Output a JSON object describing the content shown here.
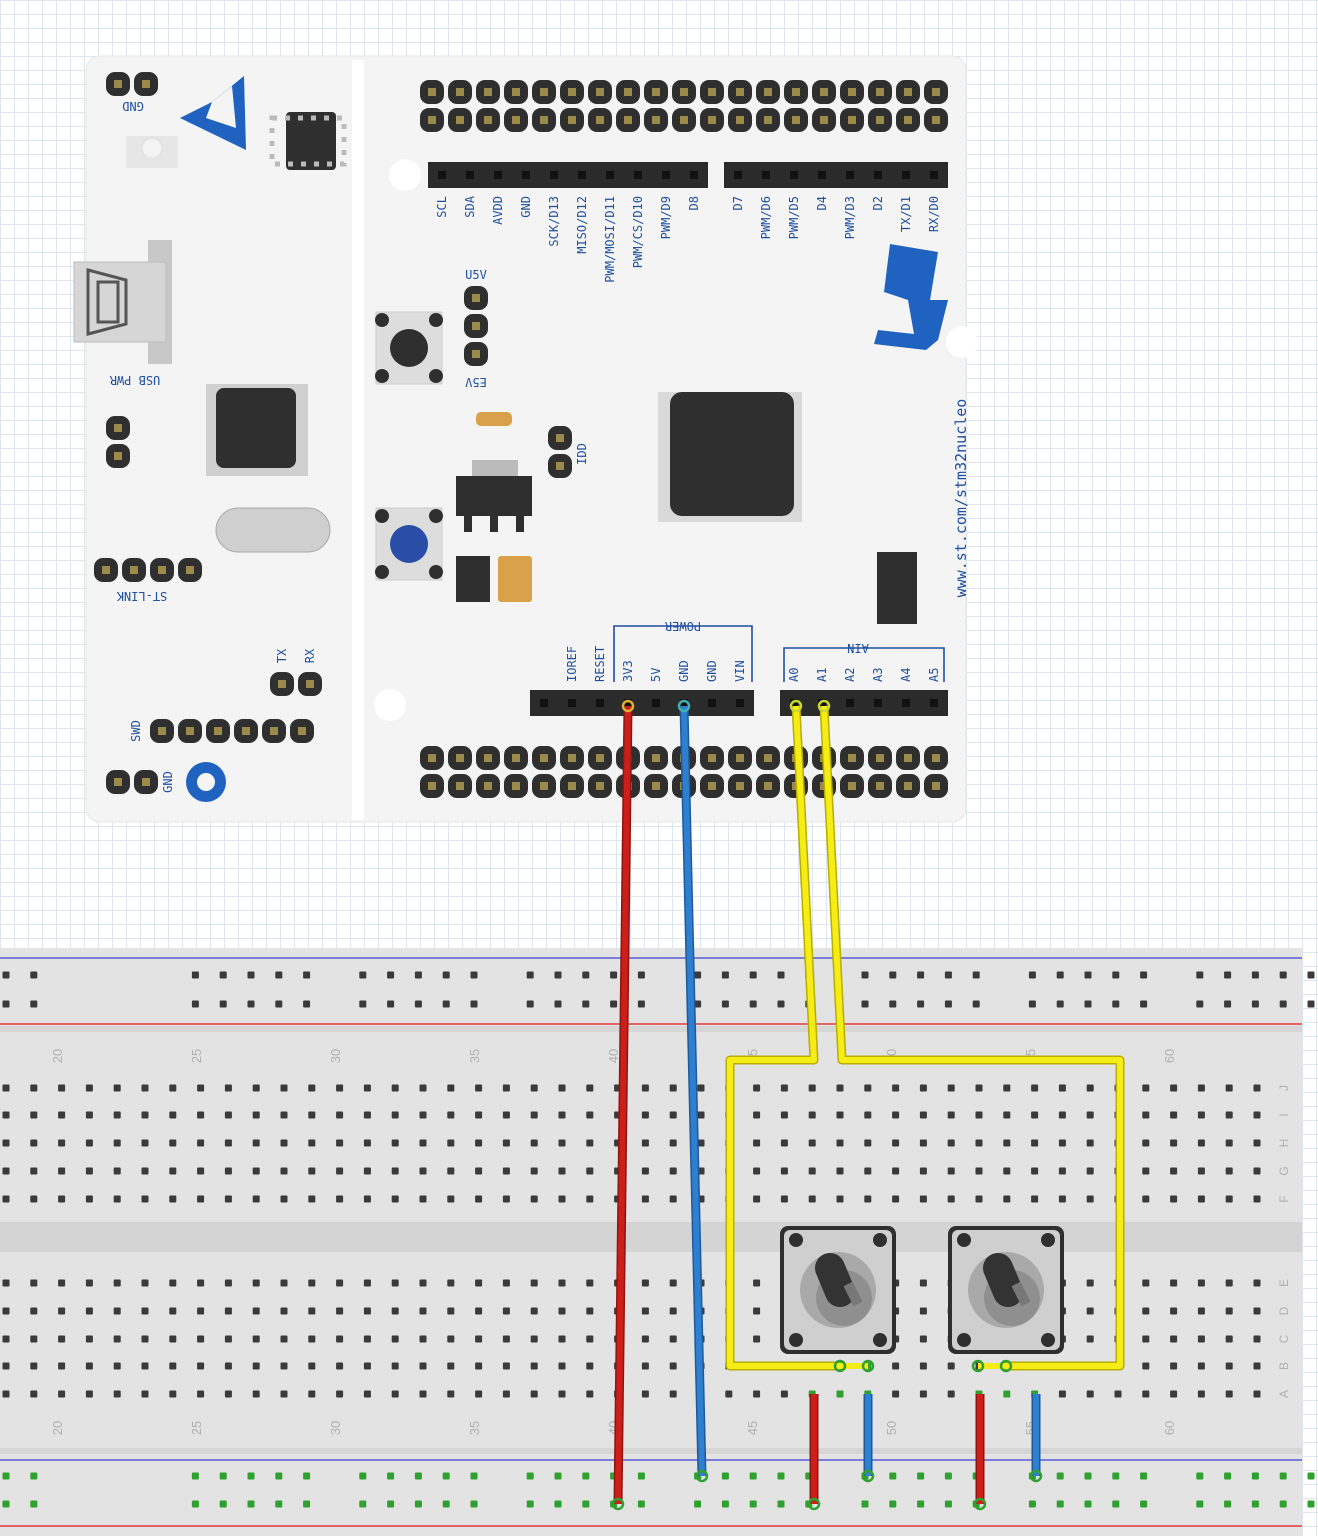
{
  "board": {
    "url_text": "www.st.com/stm32nucleo",
    "logo_text": "ST",
    "labels": {
      "gnd_top": "GND",
      "usb_pwr": "USB PWR",
      "st_link": "ST-LINK",
      "u5v": "U5V",
      "e5v": "E5V",
      "idd": "IDD",
      "tx": "TX",
      "rx": "RX",
      "swd": "SWD",
      "gnd_bottom": "GND",
      "power": "POWER",
      "ain": "AIN"
    },
    "top_left_header": [
      "SCL",
      "SDA",
      "AVDD",
      "GND",
      "SCK/D13",
      "MISO/D12",
      "PWM/MOSI/D11",
      "PWM/CS/D10",
      "PWM/D9",
      "D8"
    ],
    "top_right_header": [
      "D7",
      "PWM/D6",
      "PWM/D5",
      "D4",
      "PWM/D3",
      "D2",
      "TX/D1",
      "RX/D0"
    ],
    "power_header": [
      "IOREF",
      "RESET",
      "3V3",
      "5V",
      "GND",
      "GND",
      "VIN"
    ],
    "analog_header": [
      "A0",
      "A1",
      "A2",
      "A3",
      "A4",
      "A5"
    ]
  },
  "breadboard": {
    "column_numbers": [
      "20",
      "25",
      "30",
      "35",
      "40",
      "45",
      "50",
      "55",
      "60"
    ],
    "top_row_letters": [
      "J",
      "I",
      "H",
      "G",
      "F"
    ],
    "bottom_row_letters": [
      "E",
      "D",
      "C",
      "B",
      "A"
    ]
  },
  "wires": [
    {
      "name": "3v3-to-power-rail",
      "color": "#cc1f1a"
    },
    {
      "name": "gnd-to-ground-rail",
      "color": "#2f7fd1"
    },
    {
      "name": "a0-to-pot-1",
      "color": "#f6ec16"
    },
    {
      "name": "a1-to-pot-2",
      "color": "#f6ec16"
    }
  ],
  "colors": {
    "board_bg": "#f4f4f4",
    "silkscreen": "#1f4fa0",
    "breadboard": "#e3e3e3",
    "rail_red": "#e23b3b",
    "rail_blue": "#5a5ad8",
    "wire_red": "#cc1f1a",
    "wire_blue": "#2f7fd1",
    "wire_yellow": "#f6ec16"
  }
}
